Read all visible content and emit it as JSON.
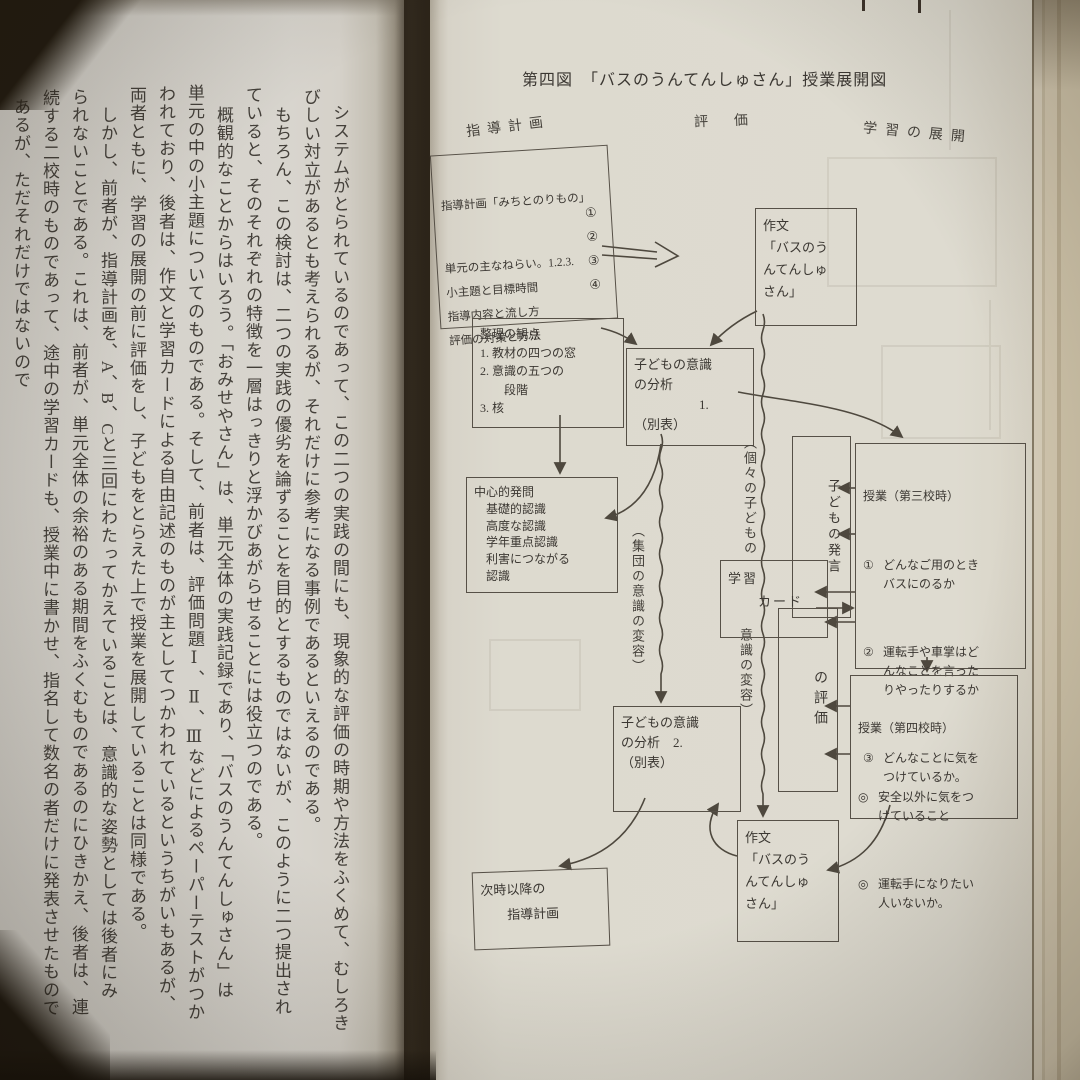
{
  "left_page": {
    "columns": [
      "システムがとられているのであって、この二つの実践の間にも、現象的な評価の時期や方法をふくめて、むしろき",
      "びしい対立があるとも考えられるが、それだけに参考になる事例であるといえるのである。",
      "もちろん、この検討は、二つの実践の優劣を論ずることを目的とするものではないが、このように二つ提出され",
      "ていると、そのそれぞれの特徴を一層はっきりと浮かびあがらせることには役立つのである。",
      "概観的なことからはいろう。「おみせやさん」は、単元全体の実践記録であり、「バスのうんてんしゅさん」は",
      "単元の中の小主題についてのものである。そして、前者は、評価問題Ⅰ、Ⅱ、Ⅲなどによるペーパーテストがつか",
      "われており、後者は、作文と学習カードによる自由記述のものが主としてつかわれているというちがいもあるが、",
      "両者ともに、学習の展開の前に評価をし、子どもをとらえた上で授業を展開していることは同様である。",
      "しかし、前者が、指導計画を、A、B、Cと三回にわたってかえていることは、意識的な姿勢としては後者にみ",
      "られないことである。これは、前者が、単元全体の余裕のある期間をふくむものであるのにひきかえ、後者は、連",
      "続する二校時のものであって、途中の学習カードも、授業中に書かせ、指名して数名の者だけに発表させたもので",
      "あるが、ただそれだけではないので"
    ]
  },
  "right_page": {
    "title": "第四図　「バスのうんてんしゅさん」授業展開図",
    "headers": {
      "plan": "指導計画",
      "eval": "評価",
      "learning": "学習の展開"
    },
    "labels": {
      "collective": "（集団の意識の変容）",
      "individual_1": "（個々の子どもの",
      "individual_2": "意識の変容）"
    },
    "boxes": {
      "plan": {
        "title": "指導計画「みちとのりもの」",
        "lines": [
          "単元の主なねらい。1.2.3.",
          "小主題と目標時間",
          "指導内容と流し方",
          "評価の対策と方法"
        ],
        "numbers": [
          "①",
          "②",
          "③",
          "④"
        ]
      },
      "viewpoints": {
        "lines": [
          "整理の観点",
          "1. 教材の四つの窓",
          "2. 意識の五つの",
          "　　段階",
          "3. 核"
        ]
      },
      "analysis1": {
        "lines": [
          "子どもの意識",
          "の分析",
          "　　　　　1.",
          "（別表）"
        ]
      },
      "question": {
        "lines": [
          "中心的発問",
          "　基礎的認識",
          "　高度な認識",
          "　学年重点認識",
          "　利害につながる",
          "　認識"
        ]
      },
      "sakubun_top": {
        "lines": [
          "作文",
          "「バスのう",
          "んてんしゅ",
          "さん」"
        ]
      },
      "hatsugen": {
        "text": "子どもの発言"
      },
      "card": {
        "lines": [
          "学習",
          "　　カード"
        ]
      },
      "lesson3": {
        "title": "授業（第三校時）",
        "items": [
          {
            "num": "①",
            "text": "どんなご用のとき\nバスにのるか"
          },
          {
            "num": "②",
            "text": "運転手や車掌はど\nんなことを言った\nりやったりするか"
          },
          {
            "num": "③",
            "text": "どんなことに気を\nつけているか。"
          }
        ]
      },
      "hyouka": {
        "text": "の評価"
      },
      "lesson4": {
        "title": "授業（第四校時）",
        "items": [
          {
            "num": "◎",
            "text": "安全以外に気をつ\nけていること"
          },
          {
            "num": "◎",
            "text": "運転手になりたい\n人いないか。"
          }
        ]
      },
      "analysis2": {
        "lines": [
          "子どもの意識",
          "の分析　2.",
          "（別表）"
        ]
      },
      "sakubun_bottom": {
        "lines": [
          "作文",
          "「バスのう",
          "んてんしゅ",
          "さん」"
        ]
      },
      "next_plan": {
        "lines": [
          "次時以降の",
          "　　指導計画"
        ]
      }
    }
  }
}
